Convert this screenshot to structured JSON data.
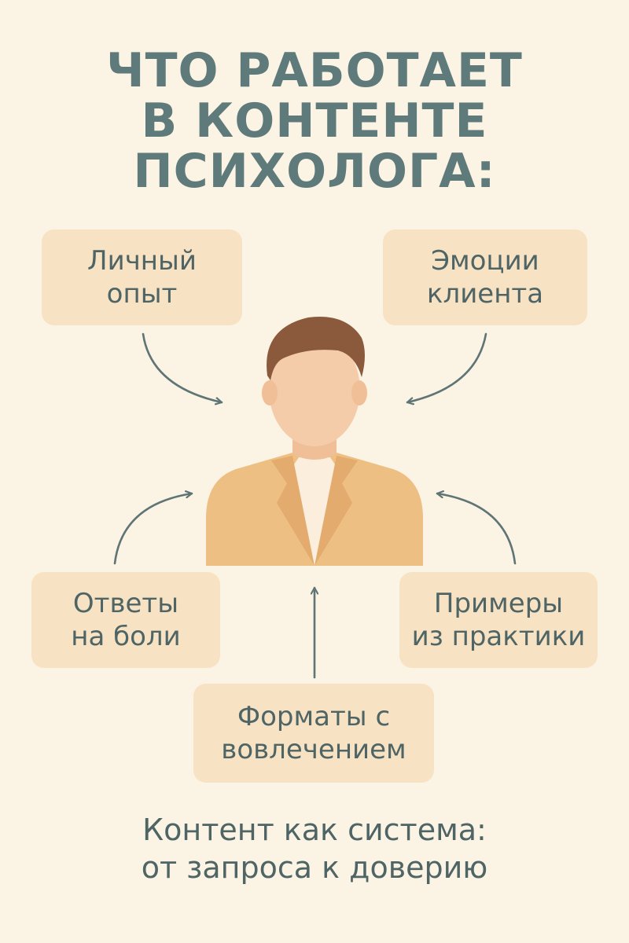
{
  "title": {
    "line1": "ЧТО РАБОТАЕТ",
    "line2": "В КОНТЕНТЕ",
    "line3": "ПСИХОЛОГА:"
  },
  "boxes": {
    "personal_experience": {
      "line1": "Личный",
      "line2": "опыт"
    },
    "client_emotions": {
      "line1": "Эмоции",
      "line2": "клиента"
    },
    "pain_answers": {
      "line1": "Ответы",
      "line2": "на боли"
    },
    "practice_examples": {
      "line1": "Примеры",
      "line2": "из практики"
    },
    "engagement_formats": {
      "line1": "Форматы с",
      "line2": "вовлечением"
    }
  },
  "footer": {
    "line1": "Контент как система:",
    "line2": "от запроса к доверию"
  },
  "colors": {
    "background": "#fbf3e4",
    "box": "#f7e2c3",
    "text": "#4f6565",
    "title": "#5e7a7a",
    "arrow": "#5f7575",
    "jacket": "#eebf82",
    "skin": "#f5ccaa",
    "hair": "#8b5a3c"
  },
  "icons": {
    "center": "psychologist-person-icon"
  }
}
